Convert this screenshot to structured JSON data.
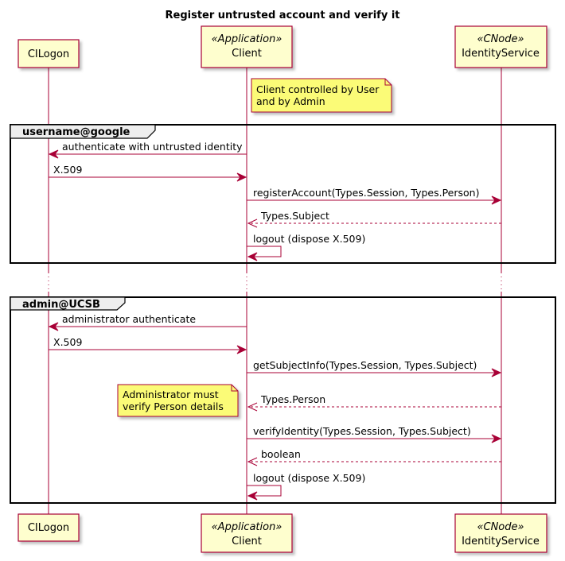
{
  "title": "Register untrusted account and verify it",
  "participants": [
    {
      "id": "cilogon",
      "stereotype": "",
      "name": "CILogon"
    },
    {
      "id": "client",
      "stereotype": "«Application»",
      "name": "Client"
    },
    {
      "id": "identity",
      "stereotype": "«CNode»",
      "name": "IdentityService"
    }
  ],
  "notes": {
    "controlled_line1": "Client controlled by User",
    "controlled_line2": "and by Admin",
    "admin_line1": "Administrator must",
    "admin_line2": "verify Person details"
  },
  "groups": [
    {
      "label": "username@google",
      "messages": [
        {
          "text": "authenticate with untrusted identity",
          "from": "client",
          "to": "cilogon",
          "style": "solid"
        },
        {
          "text": "X.509",
          "from": "cilogon",
          "to": "client",
          "style": "solid"
        },
        {
          "text": "registerAccount(Types.Session, Types.Person)",
          "from": "client",
          "to": "identity",
          "style": "solid"
        },
        {
          "text": "Types.Subject",
          "from": "identity",
          "to": "client",
          "style": "dashed"
        },
        {
          "text": "logout (dispose X.509)",
          "from": "client",
          "to": "client",
          "style": "self"
        }
      ]
    },
    {
      "label": "admin@UCSB",
      "messages": [
        {
          "text": "administrator authenticate",
          "from": "client",
          "to": "cilogon",
          "style": "solid"
        },
        {
          "text": "X.509",
          "from": "cilogon",
          "to": "client",
          "style": "solid"
        },
        {
          "text": "getSubjectInfo(Types.Session, Types.Subject)",
          "from": "client",
          "to": "identity",
          "style": "solid"
        },
        {
          "text": "Types.Person",
          "from": "identity",
          "to": "client",
          "style": "dashed"
        },
        {
          "text": "verifyIdentity(Types.Session, Types.Subject)",
          "from": "client",
          "to": "identity",
          "style": "solid"
        },
        {
          "text": "boolean",
          "from": "identity",
          "to": "client",
          "style": "dashed"
        },
        {
          "text": "logout (dispose X.509)",
          "from": "client",
          "to": "client",
          "style": "self"
        }
      ]
    }
  ],
  "colors": {
    "lifeline": "#a80036",
    "participant_fill": "#fefece",
    "note_fill": "#fbfb77",
    "group_header_fill": "#eeeeee",
    "text": "#000000"
  }
}
